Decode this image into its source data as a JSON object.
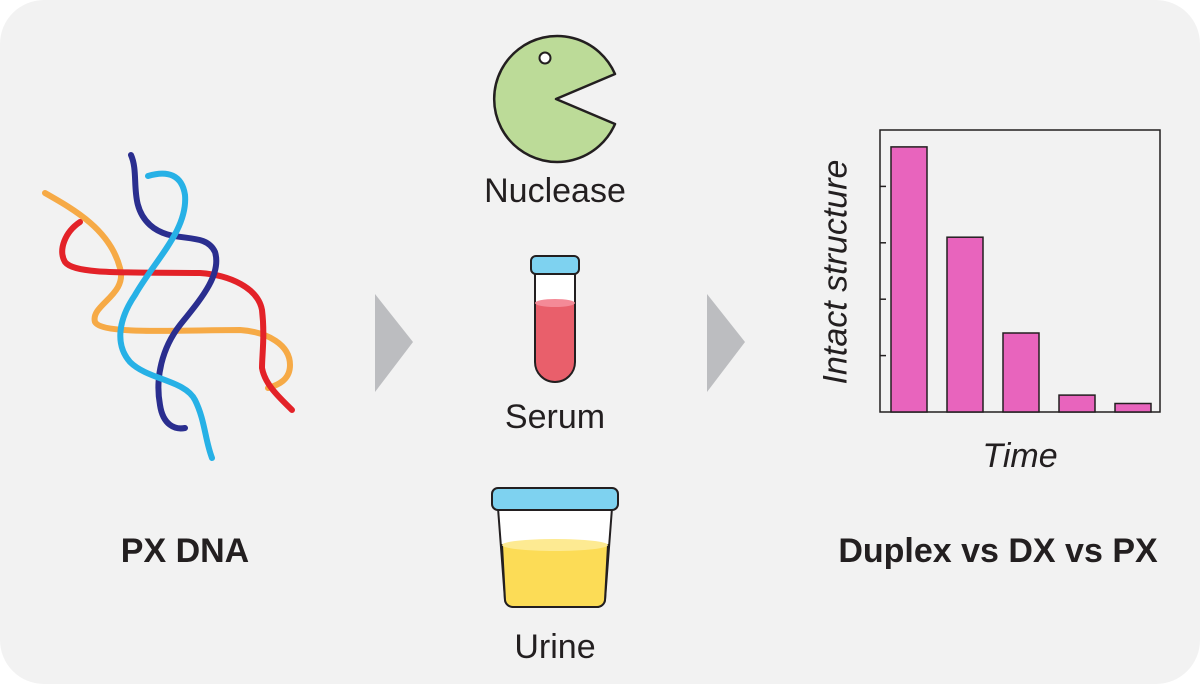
{
  "labels": {
    "px_dna": "PX DNA",
    "nuclease": "Nuclease",
    "serum": "Serum",
    "urine": "Urine",
    "comparison": "Duplex vs DX vs PX"
  },
  "icons": {
    "dna": "px-dna-strands-icon",
    "nuclease": "pacman-nuclease-icon",
    "serum": "test-tube-icon",
    "urine": "specimen-cup-icon",
    "arrow": "chevron-right-icon"
  },
  "colors": {
    "strand_red": "#e32228",
    "strand_orange": "#f6aa46",
    "strand_navy": "#2a2e8f",
    "strand_cyan": "#27b1e6",
    "nuclease_green": "#bcdb98",
    "serum_red": "#e95f6b",
    "tube_cap": "#7ed2f0",
    "urine_yellow": "#fcdc56",
    "bar_pink": "#e864bd",
    "arrow_gray": "#bcbdc0"
  },
  "chart_data": {
    "type": "bar",
    "categories": [
      "",
      "",
      "",
      "",
      ""
    ],
    "values": [
      0.94,
      0.62,
      0.28,
      0.06,
      0.03
    ],
    "xlabel": "Time",
    "ylabel": "Intact structure",
    "ylim": [
      0,
      1
    ],
    "tick_count": 4,
    "grid": false,
    "legend": "none"
  }
}
